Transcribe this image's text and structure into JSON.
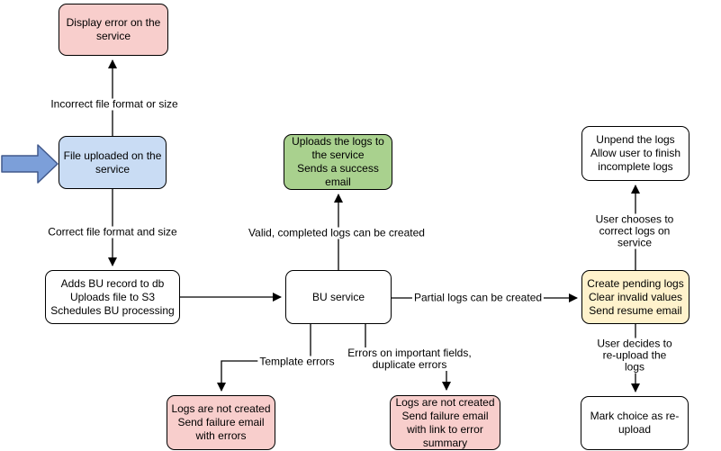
{
  "diagram": {
    "nodes": {
      "display_error": {
        "text": "Display error on the\nservice",
        "fill": "#F8CECC"
      },
      "file_uploaded": {
        "text": "File uploaded on the\nservice",
        "fill": "#C9DCF4"
      },
      "adds_bu": {
        "text": "Adds BU record to db\nUploads file to S3\nSchedules BU processing",
        "fill": "#FFFFFF"
      },
      "uploads_logs": {
        "text": "Uploads the logs to\nthe service\nSends a success\nemail",
        "fill": "#A9D18E"
      },
      "bu_service": {
        "text": "BU service",
        "fill": "#FFFFFF"
      },
      "logs_errors": {
        "text": "Logs are not created\nSend failure email\nwith errors",
        "fill": "#F8CECC"
      },
      "logs_summary": {
        "text": "Logs are not created\nSend failure email\nwith link to error\nsummary",
        "fill": "#F8CECC"
      },
      "unpend": {
        "text": "Unpend the logs\nAllow user to finish\nincomplete logs",
        "fill": "#FFFFFF"
      },
      "create_pending": {
        "text": "Create pending logs\nClear invalid values\nSend resume email",
        "fill": "#FFF2CC"
      },
      "mark_choice": {
        "text": "Mark choice as re-\nupload",
        "fill": "#FFFFFF"
      }
    },
    "edge_labels": {
      "incorrect": "Incorrect file format or size",
      "correct": "Correct file format and size",
      "valid": "Valid, completed logs can be created",
      "partial": "Partial logs can be created",
      "template": "Template errors",
      "important": "Errors on important fields,\nduplicate errors",
      "user_correct": "User chooses to correct logs on service",
      "user_reupload": "User decides to re-upload the logs"
    },
    "colors": {
      "node_stroke": "#000000",
      "edge_stroke": "#000000",
      "entry_arrow_fill": "#7C9FD9",
      "entry_arrow_stroke": "#41598C",
      "red_fill": "#F8CECC",
      "blue_fill": "#C9DCF4",
      "green_fill": "#A9D18E",
      "yellow_fill": "#FFF2CC",
      "white_fill": "#FFFFFF"
    }
  }
}
